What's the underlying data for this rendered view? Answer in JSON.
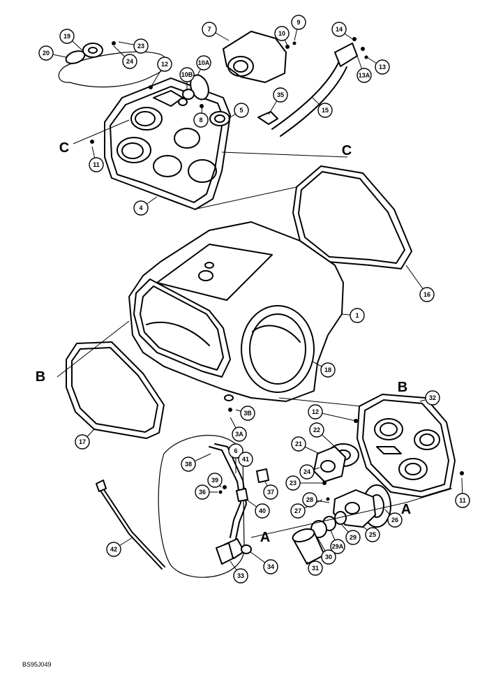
{
  "callouts": [
    {
      "label": "19"
    },
    {
      "label": "20"
    },
    {
      "label": "24"
    },
    {
      "label": "23"
    },
    {
      "label": "7"
    },
    {
      "label": "10"
    },
    {
      "label": "9"
    },
    {
      "label": "14"
    },
    {
      "label": "13A"
    },
    {
      "label": "13"
    },
    {
      "label": "12"
    },
    {
      "label": "10A"
    },
    {
      "label": "10B"
    },
    {
      "label": "8"
    },
    {
      "label": "5"
    },
    {
      "label": "35"
    },
    {
      "label": "15"
    },
    {
      "label": "11"
    },
    {
      "label": "4"
    },
    {
      "label": "16"
    },
    {
      "label": "1"
    },
    {
      "label": "18"
    },
    {
      "label": "17"
    },
    {
      "label": "3B"
    },
    {
      "label": "3A"
    },
    {
      "label": "6"
    },
    {
      "label": "38"
    },
    {
      "label": "41"
    },
    {
      "label": "37"
    },
    {
      "label": "36"
    },
    {
      "label": "39"
    },
    {
      "label": "40"
    },
    {
      "label": "42"
    },
    {
      "label": "34"
    },
    {
      "label": "33"
    },
    {
      "label": "12"
    },
    {
      "label": "22"
    },
    {
      "label": "21"
    },
    {
      "label": "32"
    },
    {
      "label": "24"
    },
    {
      "label": "23"
    },
    {
      "label": "27"
    },
    {
      "label": "28"
    },
    {
      "label": "26"
    },
    {
      "label": "11"
    },
    {
      "label": "25"
    },
    {
      "label": "29"
    },
    {
      "label": "29A"
    },
    {
      "label": "30"
    },
    {
      "label": "31"
    }
  ],
  "refs": [
    {
      "label": "C"
    },
    {
      "label": "C"
    },
    {
      "label": "B"
    },
    {
      "label": "B"
    },
    {
      "label": "A"
    },
    {
      "label": "A"
    }
  ],
  "figure_code": "BS95J049"
}
